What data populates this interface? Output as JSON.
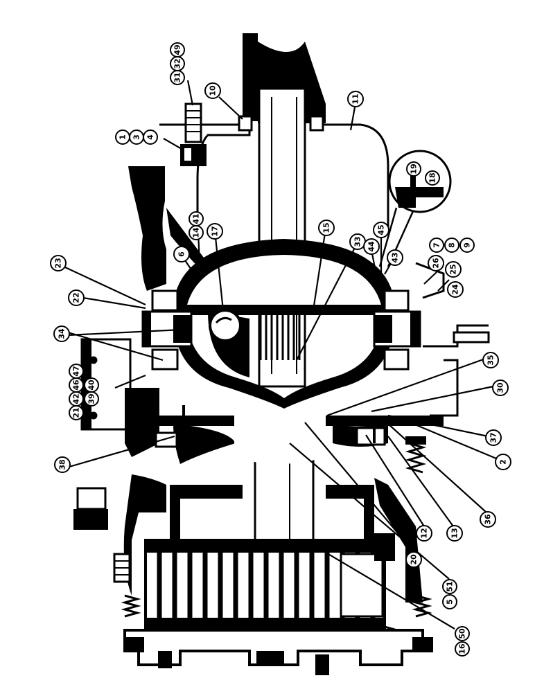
{
  "figure": {
    "ink_color": "#000000",
    "paper_color": "#ffffff",
    "subject": "gear-housing-cross-section"
  },
  "callouts": [
    {
      "id": "c31",
      "labels": [
        "31",
        "32",
        "49"
      ]
    },
    {
      "id": "c1",
      "labels": [
        "1",
        "3",
        "4"
      ]
    },
    {
      "id": "c10",
      "labels": [
        "10"
      ]
    },
    {
      "id": "c11",
      "labels": [
        "11"
      ]
    },
    {
      "id": "c19",
      "labels": [
        "19",
        "18"
      ]
    },
    {
      "id": "c7",
      "labels": [
        "7",
        "8",
        "9"
      ]
    },
    {
      "id": "c14",
      "labels": [
        "14",
        "41"
      ]
    },
    {
      "id": "c17",
      "labels": [
        "17"
      ]
    },
    {
      "id": "c15",
      "labels": [
        "15"
      ]
    },
    {
      "id": "c33",
      "labels": [
        "33"
      ]
    },
    {
      "id": "c45",
      "labels": [
        "45"
      ]
    },
    {
      "id": "c44",
      "labels": [
        "44"
      ]
    },
    {
      "id": "c43",
      "labels": [
        "43"
      ]
    },
    {
      "id": "c26",
      "labels": [
        "26"
      ]
    },
    {
      "id": "c25",
      "labels": [
        "25"
      ]
    },
    {
      "id": "c24",
      "labels": [
        "24"
      ]
    },
    {
      "id": "c6",
      "labels": [
        "6"
      ]
    },
    {
      "id": "c23",
      "labels": [
        "23"
      ]
    },
    {
      "id": "c22",
      "labels": [
        "22"
      ]
    },
    {
      "id": "c34",
      "labels": [
        "34"
      ]
    },
    {
      "id": "c21",
      "labels": [
        "21",
        "42",
        "46",
        "47",
        "39",
        "40"
      ]
    },
    {
      "id": "c35",
      "labels": [
        "35"
      ]
    },
    {
      "id": "c30",
      "labels": [
        "30"
      ]
    },
    {
      "id": "c37",
      "labels": [
        "37"
      ]
    },
    {
      "id": "c2",
      "labels": [
        "2"
      ]
    },
    {
      "id": "c38",
      "labels": [
        "38"
      ]
    },
    {
      "id": "c12",
      "labels": [
        "12",
        "13",
        "36"
      ]
    },
    {
      "id": "c20",
      "labels": [
        "20"
      ]
    },
    {
      "id": "c5",
      "labels": [
        "5",
        "51"
      ]
    },
    {
      "id": "c16",
      "labels": [
        "16",
        "50"
      ]
    }
  ]
}
